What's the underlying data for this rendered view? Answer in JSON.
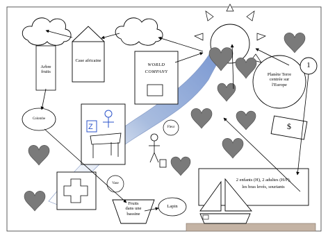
{
  "labels": {
    "arbre_line1": "Arbre",
    "arbre_line2": "fruits",
    "case": "Case africaine",
    "world1": "WORLD",
    "world2": "COMPANY",
    "planete1": "Planète Terre",
    "planete2": "centrée sur",
    "planete3": "l'Europe",
    "number": "1",
    "dollar": "$",
    "colombe": "Colombe",
    "fleur": "Fleur",
    "vase": "Vase",
    "fruits1": "Fruits",
    "fruits2": "dans une",
    "fruits3": "bassine",
    "lapin": "Lapin",
    "family1": "2 enfants (H), 2 adultes (H/F),",
    "family2": "les bras levés, souriants"
  },
  "colors": {
    "heart": "#7a7a7a",
    "heart_stroke": "#4a4a4a",
    "ribbon": "#9fb4d8",
    "sea": "#c4b3a4",
    "ink": "#000000"
  }
}
